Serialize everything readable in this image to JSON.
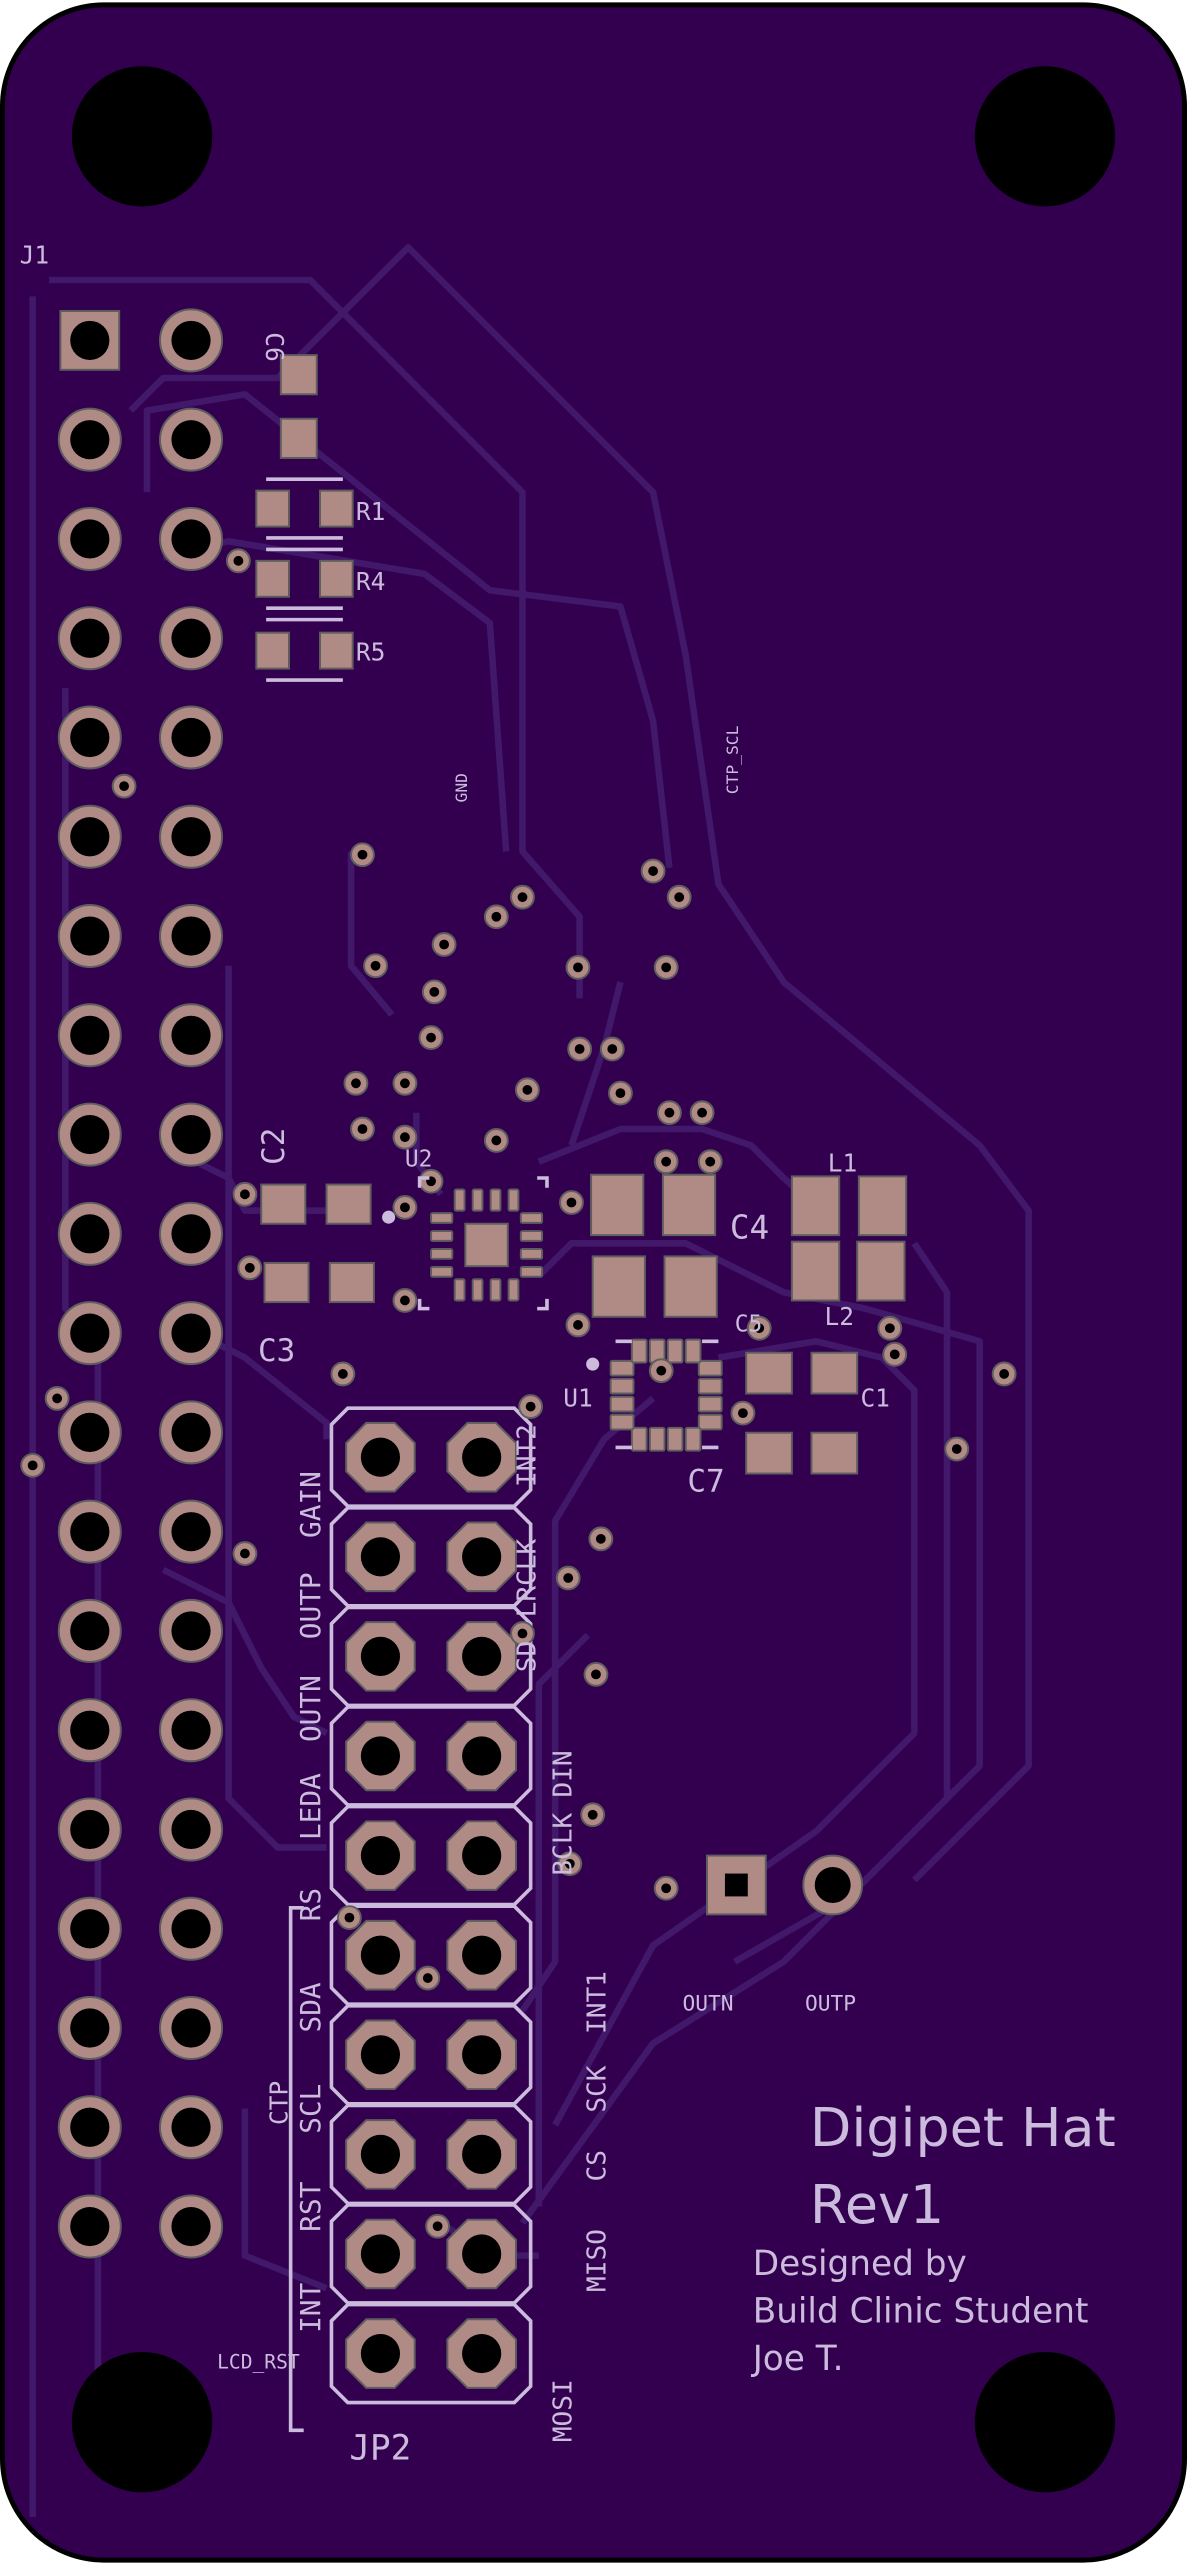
{
  "board": {
    "colors": {
      "substrate": "#330050",
      "trace": "#42186a",
      "copper": "#b08a84",
      "silkscreen": "#cbbbdc",
      "outline": "#000000"
    },
    "title": "Digipet Hat",
    "revision": "Rev1",
    "credits": [
      "Designed by",
      "Build Clinic Student",
      "Joe T."
    ]
  },
  "refdes": {
    "J1": "J1",
    "JP2": "JP2",
    "C1": "C1",
    "C2": "C2",
    "C3": "C3",
    "C4": "C4",
    "C5": "C5",
    "C6": "C6",
    "C7": "C7",
    "R1": "R1",
    "R4": "R4",
    "R5": "R5",
    "U1": "U1",
    "U2": "U2",
    "L1": "L1",
    "L2": "L2"
  },
  "net_labels": {
    "gnd": "GND",
    "ctp_scl": "CTP_SCL",
    "lcd_rst": "LCD_RST",
    "ctp": "CTP",
    "outn": "OUTN",
    "outp": "OUTP"
  },
  "jp2_left_labels": [
    "GAIN",
    "OUTP",
    "OUTN",
    "LEDA",
    "RS",
    "SDA",
    "SCL",
    "RST",
    "INT"
  ],
  "jp2_right_labels": [
    "INT2",
    "LRCLK",
    "SD",
    "DIN",
    "BCLK",
    "INT1",
    "SCK",
    "CS",
    "MISO",
    "MOSI"
  ]
}
